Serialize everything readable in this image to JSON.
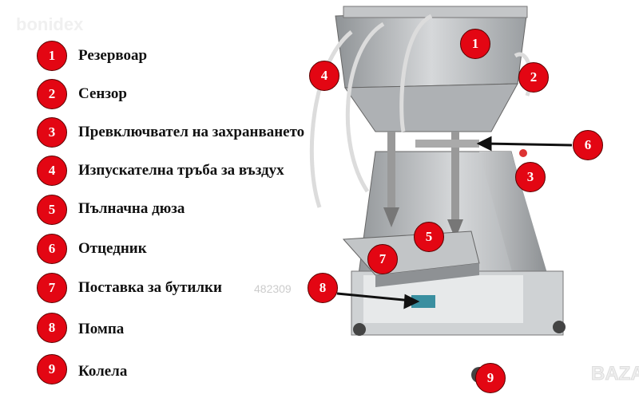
{
  "watermarks": {
    "top_left": "bonidex",
    "bottom_right": "BAZAR",
    "overlay_code": "482309"
  },
  "legend": [
    {
      "number": "1",
      "label": "Резервоар"
    },
    {
      "number": "2",
      "label": "Сензор"
    },
    {
      "number": "3",
      "label": "Превключвател на захранването"
    },
    {
      "number": "4",
      "label": "Изпускателна тръба за въздух"
    },
    {
      "number": "5",
      "label": "Пълначна дюза"
    },
    {
      "number": "6",
      "label": "Отцедник"
    },
    {
      "number": "7",
      "label": "Поставка за бутилки"
    },
    {
      "number": "8",
      "label": "Помпа"
    },
    {
      "number": "9",
      "label": "Колела"
    }
  ],
  "colors": {
    "badge": "#e30613",
    "steel": "#b9bcbf"
  }
}
